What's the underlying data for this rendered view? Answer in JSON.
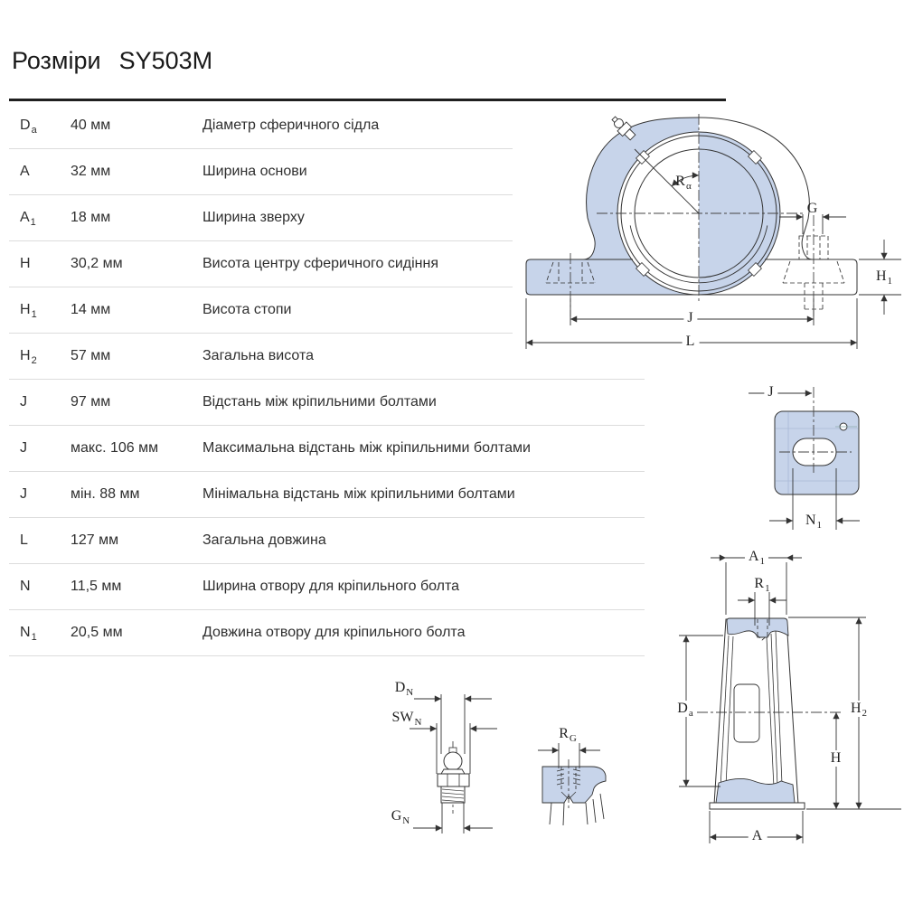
{
  "page": {
    "title": "Розміри",
    "model": "SY503M"
  },
  "colors": {
    "housing_fill": "#c7d4ea",
    "line": "#333333",
    "separator": "#dcdcdc",
    "divider": "#1f1f1f",
    "text": "#2f2f2f"
  },
  "table": {
    "rows": [
      {
        "sym": "D",
        "sub": "a",
        "value": "40 мм",
        "desc": "Діаметр сферичного сідла"
      },
      {
        "sym": "A",
        "sub": "",
        "value": "32 мм",
        "desc": "Ширина основи"
      },
      {
        "sym": "A",
        "sub": "1",
        "value": "18 мм",
        "desc": "Ширина зверху"
      },
      {
        "sym": "H",
        "sub": "",
        "value": "30,2 мм",
        "desc": "Висота центру сферичного сидіння"
      },
      {
        "sym": "H",
        "sub": "1",
        "value": "14 мм",
        "desc": "Висота стопи"
      },
      {
        "sym": "H",
        "sub": "2",
        "value": "57 мм",
        "desc": "Загальна висота"
      },
      {
        "sym": "J",
        "sub": "",
        "value": "97 мм",
        "desc": "Відстань між кріпильними болтами"
      },
      {
        "sym": "J",
        "sub": "",
        "value": "макс. 106 мм",
        "desc": "Максимальна відстань між кріпильними болтами"
      },
      {
        "sym": "J",
        "sub": "",
        "value": "мін. 88 мм",
        "desc": "Мінімальна відстань між кріпильними болтами"
      },
      {
        "sym": "L",
        "sub": "",
        "value": "127 мм",
        "desc": "Загальна довжина"
      },
      {
        "sym": "N",
        "sub": "",
        "value": "11,5 мм",
        "desc": "Ширина отвору для кріпильного болта"
      },
      {
        "sym": "N",
        "sub": "1",
        "value": "20,5 мм",
        "desc": "Довжина отвору для кріпильного болта"
      }
    ]
  },
  "diagram": {
    "labels": {
      "front_ra": {
        "base": "R",
        "sub": "α"
      },
      "front_g": {
        "base": "G",
        "sub": ""
      },
      "front_h1": {
        "base": "H",
        "sub": "1"
      },
      "front_j": {
        "base": "J",
        "sub": ""
      },
      "front_l": {
        "base": "L",
        "sub": ""
      },
      "plan_j": {
        "base": "J",
        "sub": ""
      },
      "plan_n1": {
        "base": "N",
        "sub": "1"
      },
      "side_a1": {
        "base": "A",
        "sub": "1"
      },
      "side_r1": {
        "base": "R",
        "sub": "1"
      },
      "side_da": {
        "base": "D",
        "sub": "a"
      },
      "side_h2": {
        "base": "H",
        "sub": "2"
      },
      "side_h": {
        "base": "H",
        "sub": ""
      },
      "side_a": {
        "base": "A",
        "sub": ""
      },
      "nip_dn": {
        "base": "D",
        "sub": "N"
      },
      "nip_swn": {
        "base": "SW",
        "sub": "N"
      },
      "nip_gn": {
        "base": "G",
        "sub": "N"
      },
      "thr_rg": {
        "base": "R",
        "sub": "G"
      }
    }
  }
}
